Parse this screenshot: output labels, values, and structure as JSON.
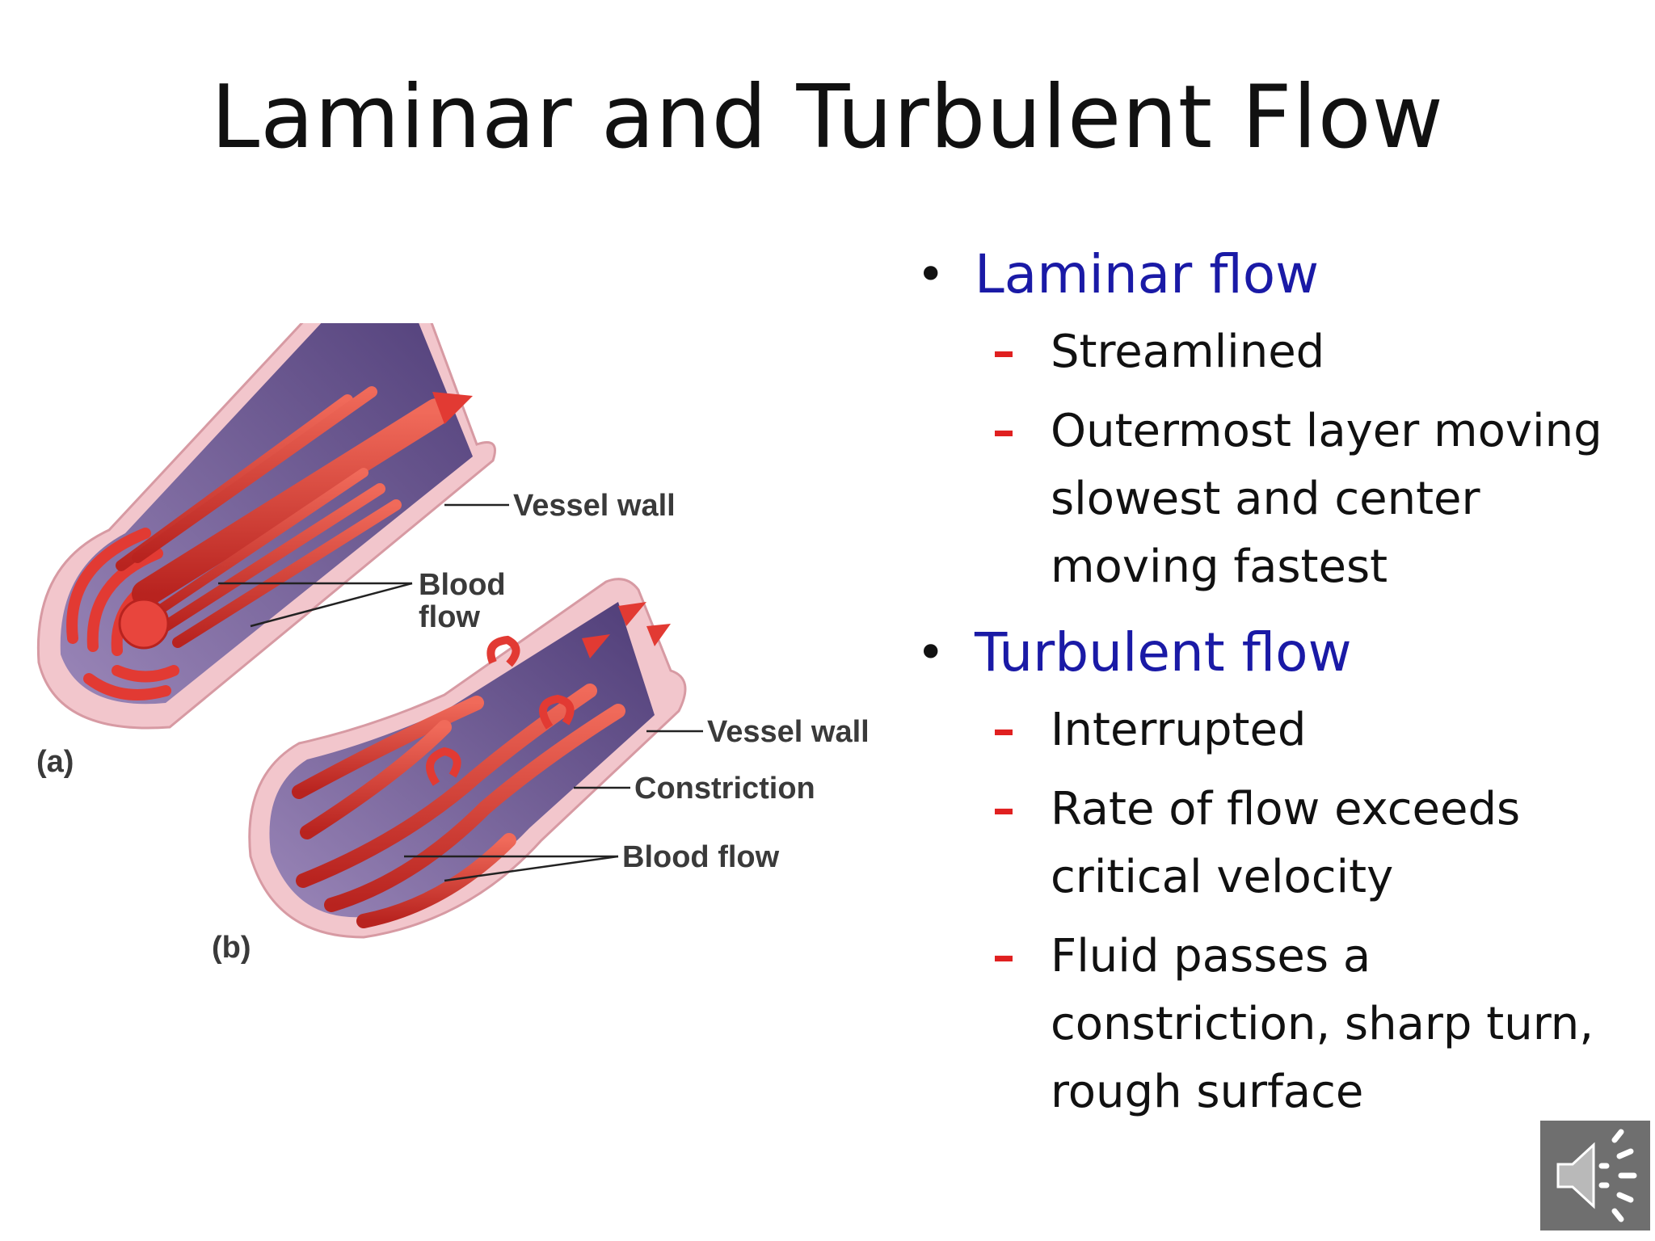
{
  "slide": {
    "title": "Laminar and Turbulent Flow"
  },
  "figure": {
    "labels": {
      "a_vessel_wall": "Vessel wall",
      "a_blood": "Blood",
      "a_flow": "flow",
      "a_panel": "(a)",
      "b_vessel_wall": "Vessel wall",
      "b_constriction": "Constriction",
      "b_blood_flow": "Blood flow",
      "b_panel": "(b)"
    },
    "colors": {
      "wall": "#f2c6cc",
      "lumen": "#6d5a94",
      "blood": "#d9332e"
    }
  },
  "bullets": [
    {
      "heading": "Laminar flow",
      "items": [
        "Streamlined",
        "Outermost layer moving slowest and center moving fastest"
      ]
    },
    {
      "heading": "Turbulent flow",
      "items": [
        "Interrupted",
        "Rate of flow exceeds critical velocity",
        "Fluid passes a constriction, sharp turn, rough surface"
      ]
    }
  ],
  "icons": {
    "speaker": "speaker-icon"
  }
}
